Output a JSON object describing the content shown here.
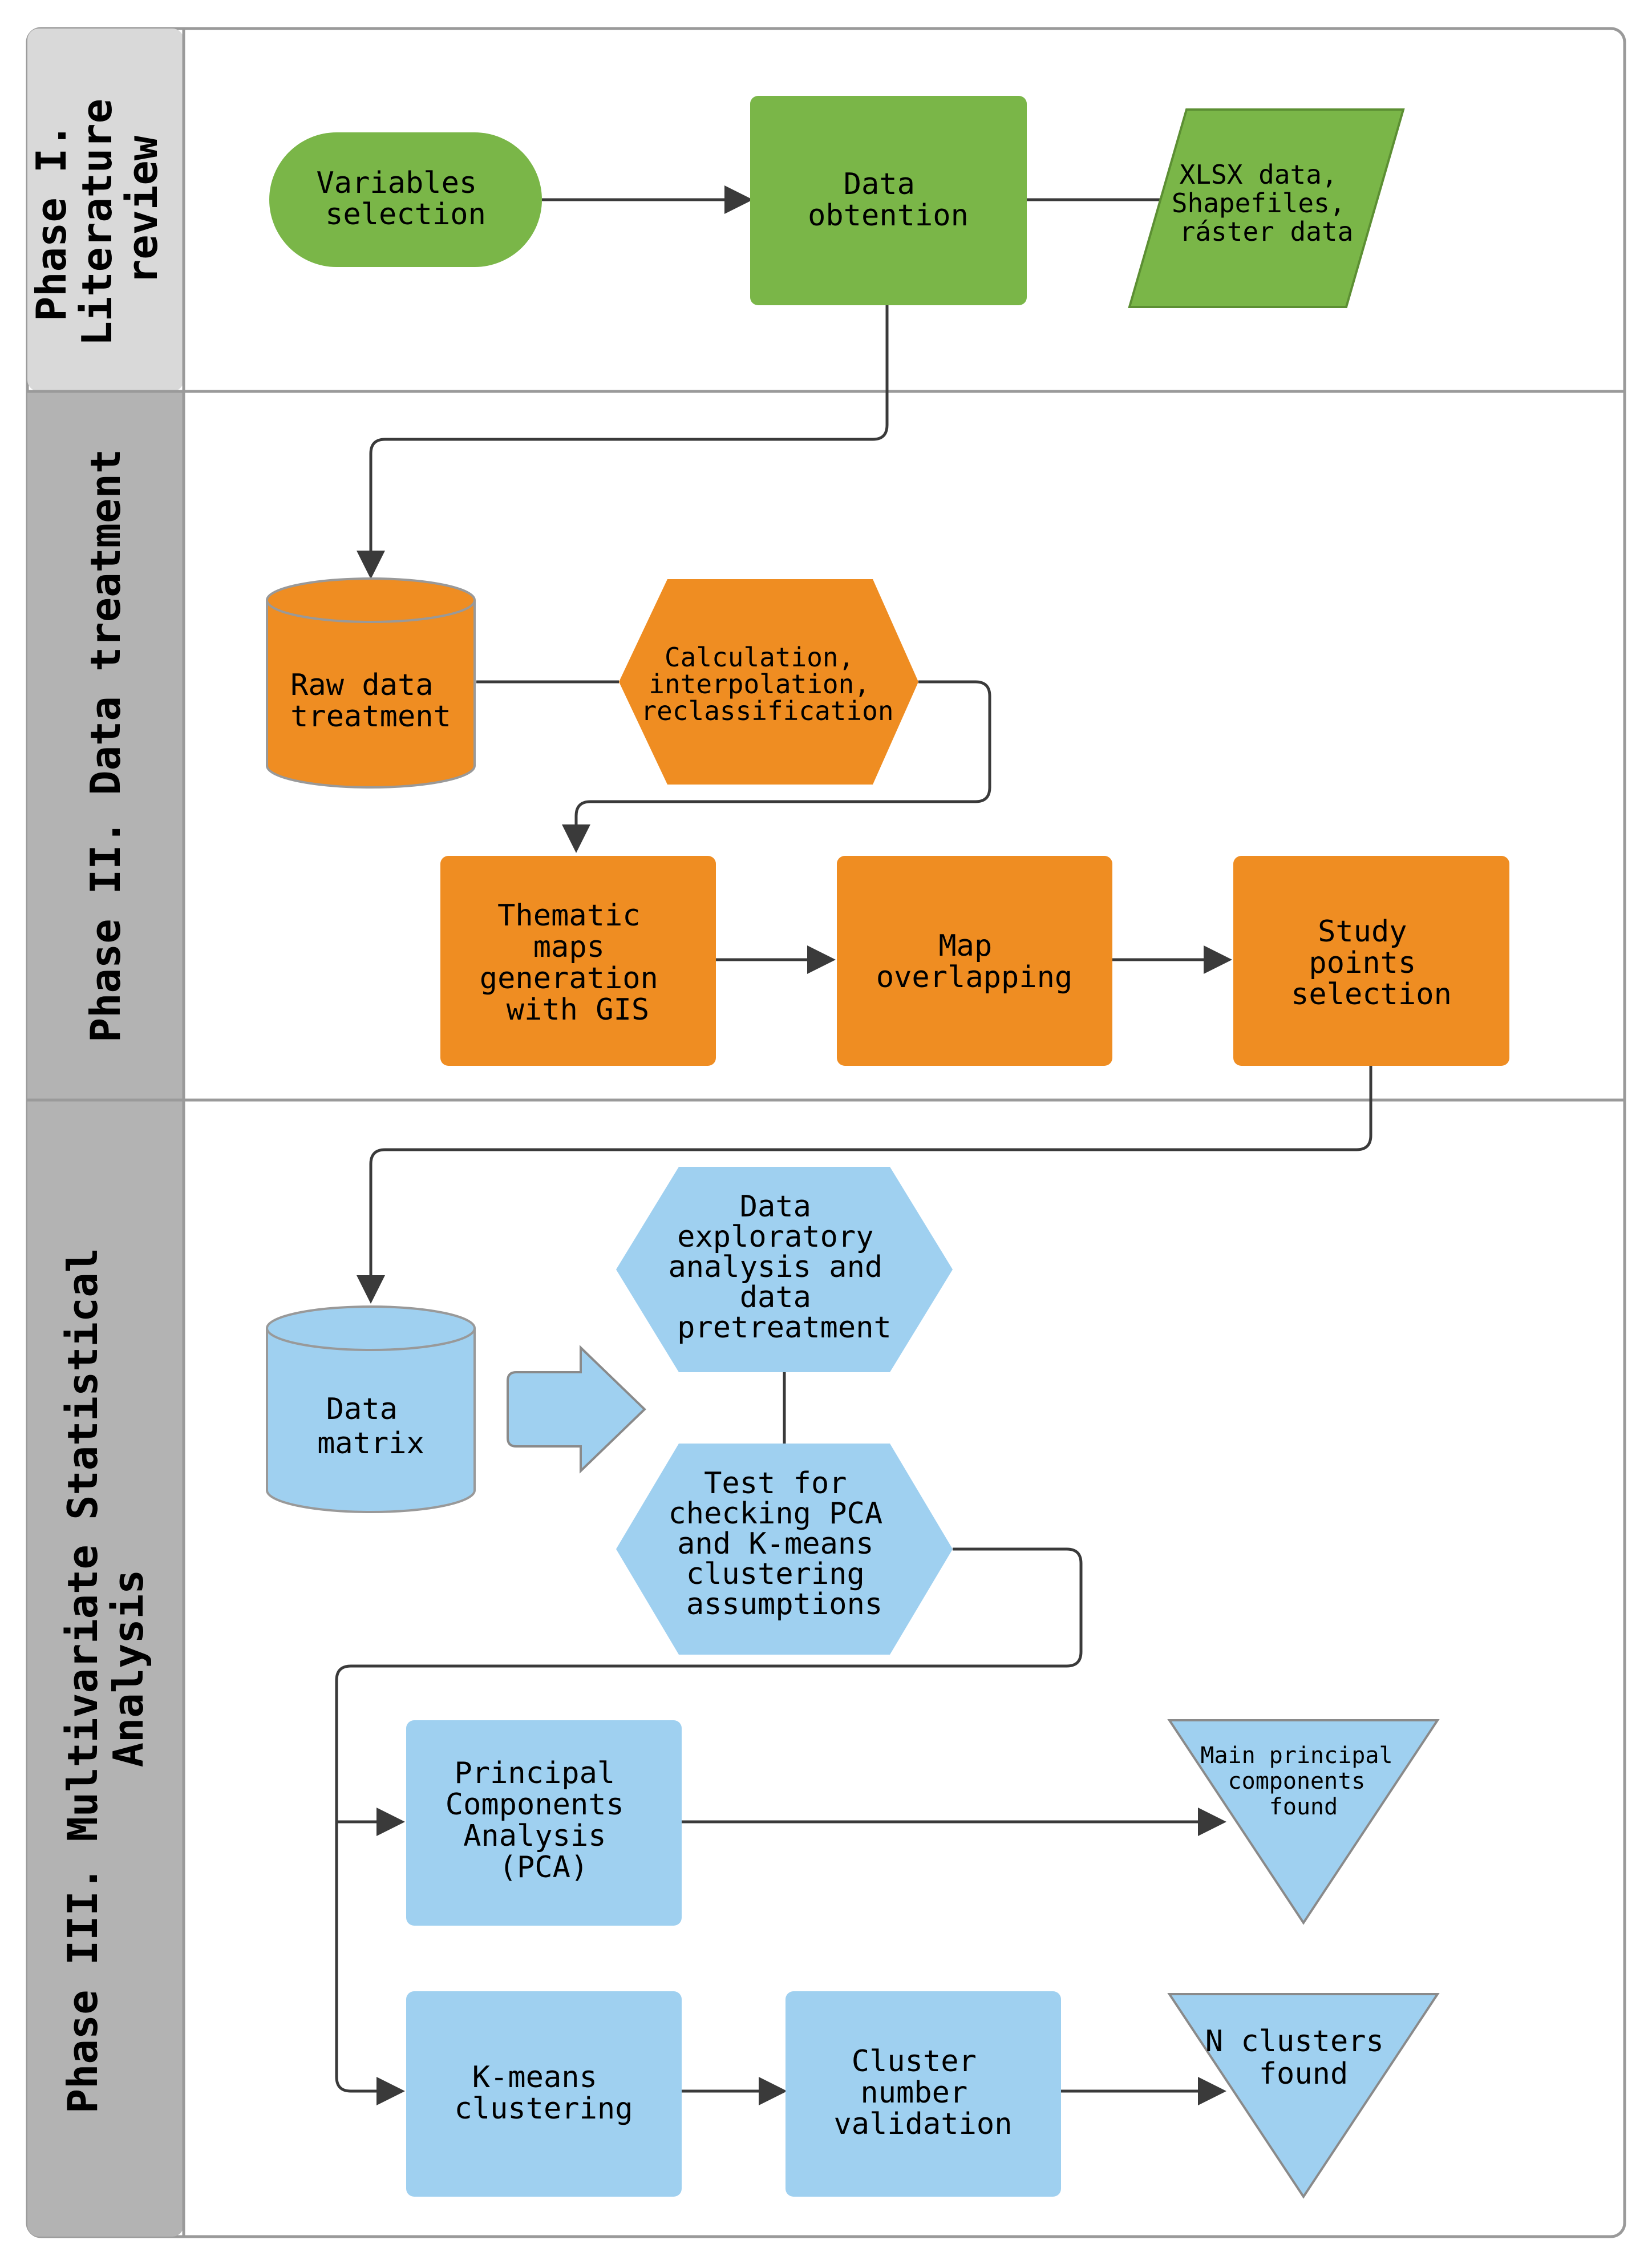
{
  "lanes": {
    "phase1": {
      "line1": "Phase I.",
      "line2": "Literature",
      "line3": "review"
    },
    "phase2": {
      "line1": "Phase II. Data treatment"
    },
    "phase3": {
      "line1": "Phase III. Multivariate Statistical",
      "line2": "Analysis"
    }
  },
  "nodes": {
    "variables_selection": [
      "Variables",
      "selection"
    ],
    "data_obtention": [
      "Data",
      "obtention"
    ],
    "xlsx_data": [
      "XLSX data,",
      "Shapefiles,",
      "ráster data"
    ],
    "raw_data_treatment": [
      "Raw data",
      "treatment"
    ],
    "calculation": [
      "Calculation,",
      "interpolation,",
      "reclassification"
    ],
    "thematic_maps": [
      "Thematic",
      "maps",
      "generation",
      "with GIS"
    ],
    "map_overlapping": [
      "Map",
      "overlapping"
    ],
    "study_points": [
      "Study",
      "points",
      "selection"
    ],
    "data_matrix": [
      "Data",
      "matrix"
    ],
    "exploratory": [
      "Data",
      "exploratory",
      "analysis and",
      "data",
      "pretreatment"
    ],
    "test_pca": [
      "Test for",
      "checking PCA",
      "and K-means",
      "clustering",
      "assumptions"
    ],
    "pca": [
      "Principal",
      "Components",
      "Analysis",
      "(PCA)"
    ],
    "main_pc_found": [
      "Main principal",
      "components",
      "found"
    ],
    "kmeans": [
      "K-means",
      "clustering"
    ],
    "cluster_validation": [
      "Cluster",
      "number",
      "validation"
    ],
    "n_clusters": [
      "N clusters",
      "found"
    ]
  },
  "colors": {
    "green": "#7ab648",
    "orange": "#ef8d22",
    "blue": "#9fd0f0",
    "lane_header_light": "#d9d9d9",
    "lane_header_dark": "#b3b3b3"
  }
}
